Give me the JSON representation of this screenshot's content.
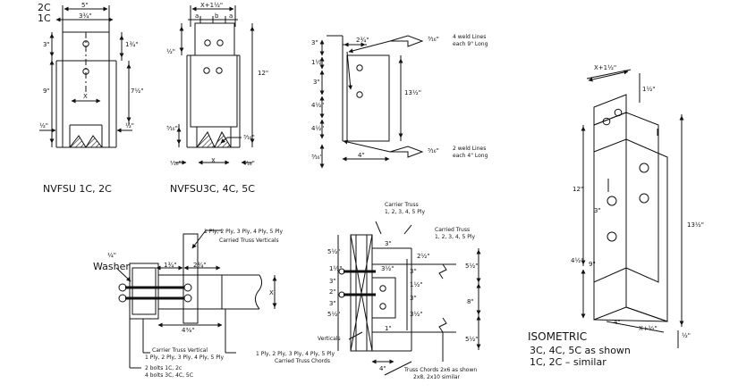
{
  "titles": {
    "nvfsu_1c_2c": "NVFSU 1C, 2C",
    "nvfsu3c_4c_5c": "NVFSU3C, 4C, 5C",
    "isometric": "ISOMETRIC",
    "iso_note_1": "3C, 4C, 5C as shown",
    "iso_note_2": "1C, 2C – similar"
  },
  "dims": {
    "d_5": "5\"",
    "d_3_3q": "3¾\"",
    "d_2c": "2C",
    "d_1c": "1C",
    "d_3": "3\"",
    "d_1_3q": "1¾\"",
    "d_9": "9\"",
    "d_7_1h": "7½\"",
    "d_half": "½\"",
    "d_x": "X",
    "d_x_plus_1h": "X+1½\"",
    "d_a": "a",
    "d_b": "b",
    "d_12": "12\"",
    "d_3_16": "³⁄₁₆\"",
    "d_1_16": "¹⁄₁₆\"",
    "d_2_3q": "2¾\"",
    "d_1_1h": "1½\"",
    "d_4_1h": "4½\"",
    "d_13_1h": "13½\"",
    "d_4": "4\"",
    "d_1_4": "¼\"",
    "d_1_3_4": "1¾\"",
    "d_2_3_4": "2¾\"",
    "d_4_3_8": "4⅜\"",
    "d_5_1h": "5½\"",
    "d_2_1h": "2½\"",
    "d_3_1h": "3½\"",
    "d_2": "2\"",
    "d_8": "8\"",
    "d_1": "1\"",
    "d_x_plus_1_2": "X+1½\"",
    "d_x_plus_half": "X+½\"",
    "d_half_iso": "½\""
  },
  "weld": {
    "size": "³⁄₁₆\"",
    "note_top_1": "4 weld Lines",
    "note_top_2": "each 9\" Long",
    "note_bot_1": "2 weld Lines",
    "note_bot_2": "each 4\" Long"
  },
  "callouts": {
    "washer_1": "¼\"",
    "washer_2": "Washer",
    "verticals_1": "1 Ply, 2 Ply, 3 Ply, 4 Ply, 5 Ply",
    "verticals_2": "Carried Truss Verticals",
    "carrier_vertical_1": "Carrier Truss Vertical",
    "carrier_vertical_2": "1 Ply, 2 Ply, 3 Ply, 4 Ply, 5 Ply",
    "bolts_1": "2 bolts 1C, 2c",
    "bolts_2": "4 bolts 3C, 4C, 5C",
    "chords_1": "1 Ply, 2 Ply, 3 Ply, 4 Ply, 5 Ply",
    "chords_2": "Carried Truss Chords",
    "carrier_truss_1": "Carrier Truss",
    "carrier_truss_2": "1, 2, 3, 4, 5 Ply",
    "carried_truss_1": "Carried Truss",
    "carried_truss_2": "1, 2, 3, 4, 5 Ply",
    "verticals": "Verticals",
    "truss_chords_1": "Truss Chords 2x6 as shown",
    "truss_chords_2": "2x8, 2x10 similar"
  }
}
